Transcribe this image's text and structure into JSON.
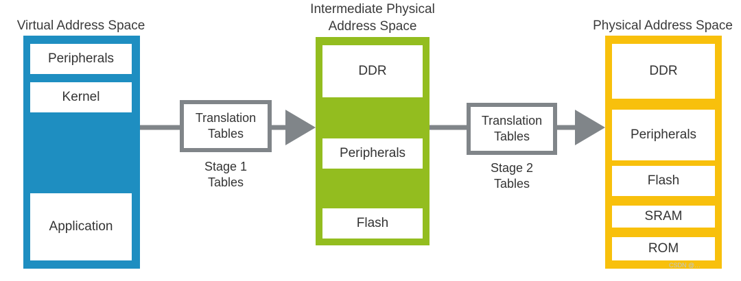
{
  "colors": {
    "virtual": "#1e8ec1",
    "intermediate": "#93bd1f",
    "physical": "#f8c00c",
    "connector": "#808589"
  },
  "virtual": {
    "title": "Virtual Address Space",
    "regions": [
      "Peripherals",
      "Kernel",
      "Application"
    ]
  },
  "intermediate": {
    "title_line1": "Intermediate Physical",
    "title_line2": "Address Space",
    "regions": [
      "DDR",
      "Peripherals",
      "Flash"
    ]
  },
  "physical": {
    "title": "Physical Address Space",
    "regions": [
      "DDR",
      "Peripherals",
      "Flash",
      "SRAM",
      "ROM"
    ]
  },
  "stage1": {
    "box_line1": "Translation",
    "box_line2": "Tables",
    "label_line1": "Stage 1",
    "label_line2": "Tables"
  },
  "stage2": {
    "box_line1": "Translation",
    "box_line2": "Tables",
    "label_line1": "Stage 2",
    "label_line2": "Tables"
  },
  "watermark": "CSDN @…"
}
